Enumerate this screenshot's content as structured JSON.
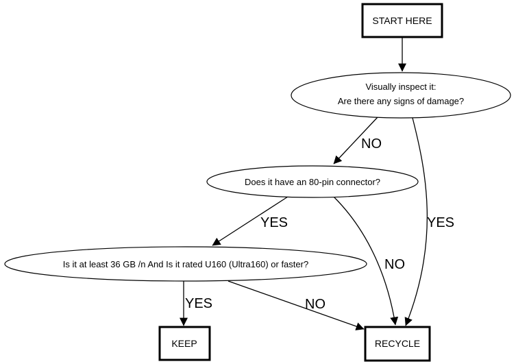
{
  "diagram": {
    "type": "flowchart",
    "background_color": "#ffffff",
    "stroke_color": "#000000",
    "node_fill_color": "#ffffff",
    "nodes": {
      "start": {
        "shape": "box",
        "label": "START HERE"
      },
      "inspect": {
        "shape": "ellipse",
        "lines": [
          "Visually inspect it:",
          "Are there any signs of damage?"
        ]
      },
      "connector": {
        "shape": "ellipse",
        "label": "Does it have an 80-pin connector?"
      },
      "capacity": {
        "shape": "ellipse",
        "label": "Is it at least 36 GB /n And Is it rated U160 (Ultra160) or faster?"
      },
      "keep": {
        "shape": "box",
        "label": "KEEP"
      },
      "recycle": {
        "shape": "box",
        "label": "RECYCLE"
      }
    },
    "edges": {
      "start_to_inspect": {
        "from": "start",
        "to": "inspect",
        "label": ""
      },
      "inspect_to_connector": {
        "from": "inspect",
        "to": "connector",
        "label": "NO"
      },
      "inspect_to_recycle": {
        "from": "inspect",
        "to": "recycle",
        "label": "YES"
      },
      "connector_to_capacity": {
        "from": "connector",
        "to": "capacity",
        "label": "YES"
      },
      "connector_to_recycle": {
        "from": "connector",
        "to": "recycle",
        "label": "NO"
      },
      "capacity_to_keep": {
        "from": "capacity",
        "to": "keep",
        "label": "YES"
      },
      "capacity_to_recycle": {
        "from": "capacity",
        "to": "recycle",
        "label": "NO"
      }
    }
  }
}
